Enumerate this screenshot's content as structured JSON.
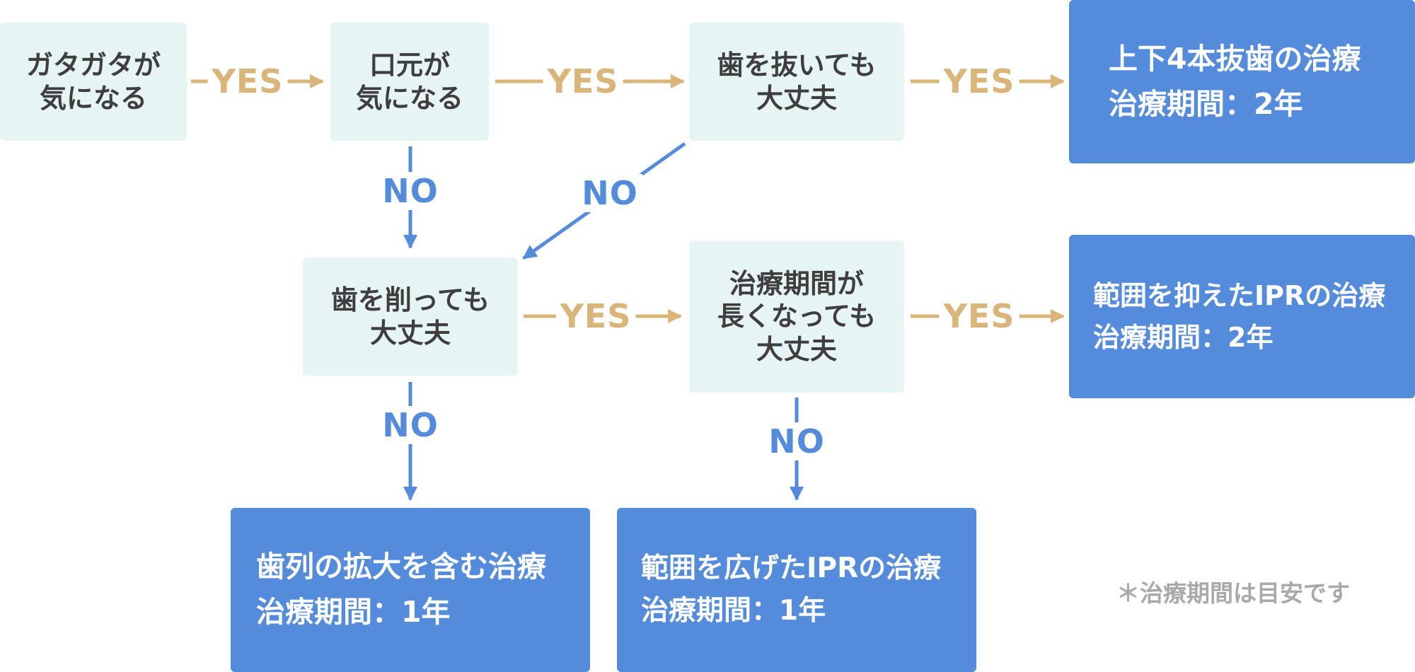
{
  "questions": {
    "q1": "ガタガタが\n気になる",
    "q2": "口元が\n気になる",
    "q3": "歯を抜いても\n大丈夫",
    "q4": "歯を削っても\n大丈夫",
    "q5": "治療期間が\n長くなっても\n大丈夫"
  },
  "results": {
    "r1": {
      "treatment": "上下4本抜歯の治療",
      "period": "治療期間：2年"
    },
    "r2": {
      "treatment": "範囲を抑えたIPRの治療",
      "period": "治療期間：2年"
    },
    "r3": {
      "treatment": "歯列の拡大を含む治療",
      "period": "治療期間：1年"
    },
    "r4": {
      "treatment": "範囲を広げたIPRの治療",
      "period": "治療期間：1年"
    }
  },
  "labels": {
    "yes": "YES",
    "no": "NO"
  },
  "note": "＊治療期間は目安です",
  "colors": {
    "question_bg": "#e6f4f4",
    "question_text": "#3e3e3e",
    "result_bg": "#548bdb",
    "yes_arrow": "#d9b57a",
    "no_arrow": "#548bdb",
    "note_text": "#a9a9a9"
  }
}
